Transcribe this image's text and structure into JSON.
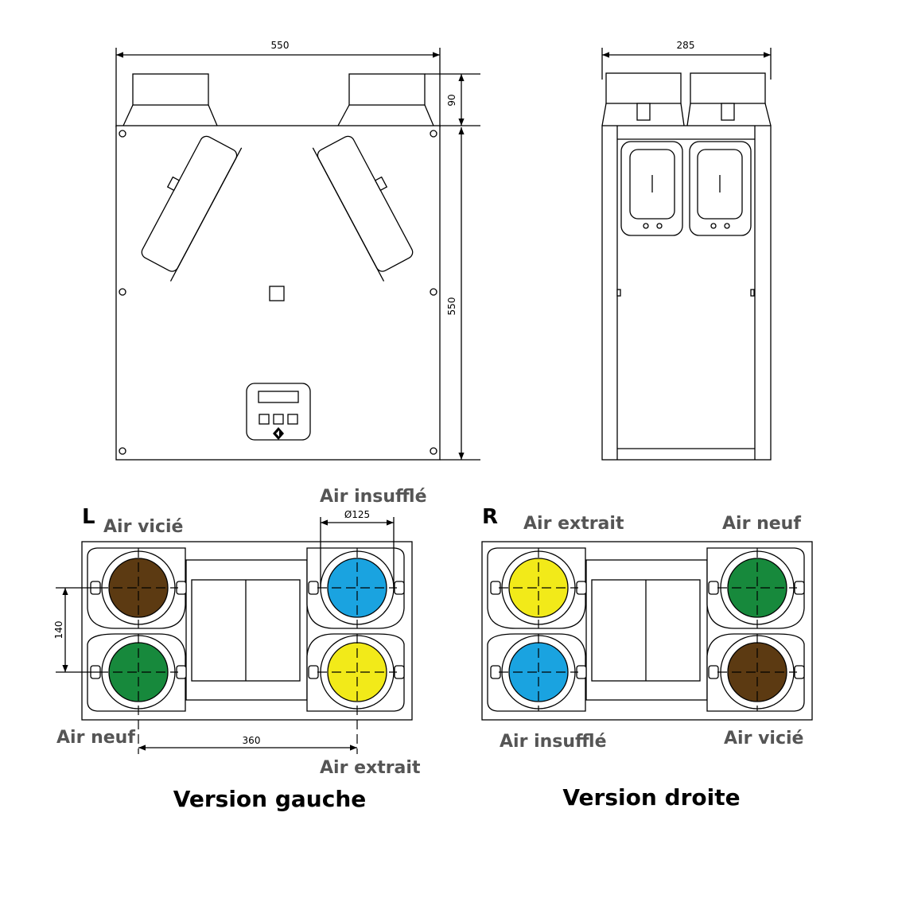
{
  "front_view": {
    "width_label": "550",
    "height_label": "550",
    "duct_height_label": "90"
  },
  "side_view": {
    "depth_label": "285"
  },
  "left_version": {
    "side_letter": "L",
    "title": "Version gauche",
    "diameter_label": "Ø125",
    "vertical_spacing_label": "140",
    "horizontal_spacing_label": "360",
    "ports": {
      "top_left": {
        "label": "Air vicié",
        "color": "#5c3a12"
      },
      "top_right": {
        "label": "Air insufflé",
        "color": "#1aa3e0"
      },
      "bottom_left": {
        "label": "Air neuf",
        "color": "#17893c"
      },
      "bottom_right": {
        "label": "Air extrait",
        "color": "#f2ea19"
      }
    }
  },
  "right_version": {
    "side_letter": "R",
    "title": "Version droite",
    "ports": {
      "top_left": {
        "label": "Air extrait",
        "color": "#f2ea19"
      },
      "top_right": {
        "label": "Air neuf",
        "color": "#17893c"
      },
      "bottom_left": {
        "label": "Air insufflé",
        "color": "#1aa3e0"
      },
      "bottom_right": {
        "label": "Air vicié",
        "color": "#5c3a12"
      }
    }
  }
}
